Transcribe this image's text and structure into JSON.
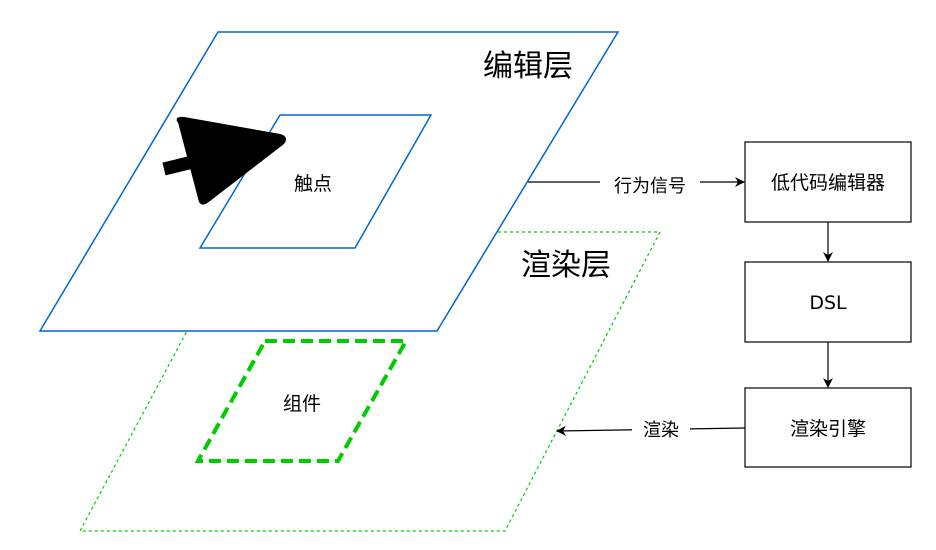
{
  "layers": {
    "edit_layer": "编辑层",
    "touch_point": "触点",
    "render_layer": "渲染层",
    "component": "组件"
  },
  "boxes": {
    "low_code_editor": "低代码编辑器",
    "dsl": "DSL",
    "render_engine": "渲染引擎"
  },
  "edges": {
    "behavior_signal": "行为信号",
    "render": "渲染"
  },
  "colors": {
    "edit_layer_stroke": "#0066cc",
    "render_layer_stroke": "#00cc00"
  }
}
